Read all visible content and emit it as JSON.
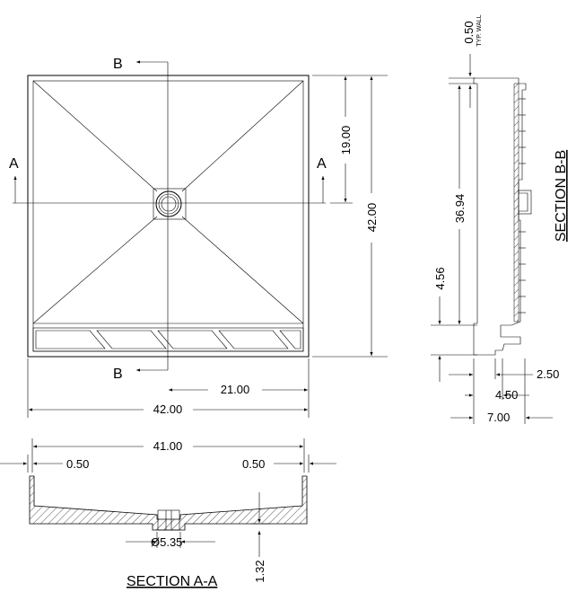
{
  "plan": {
    "section_a_marker": "A",
    "section_b_marker": "B",
    "dim_half_width": "21.00",
    "dim_width": "42.00",
    "dim_drain_offset": "19.00",
    "dim_length": "42.00"
  },
  "section_bb": {
    "title": "SECTION B-B",
    "dim_wall": "0.50",
    "dim_wall_note": "TYP. WALL",
    "dim_slope_run": "36.94",
    "dim_threshold": "4.56",
    "dim_2_50": "2.50",
    "dim_4_50": "4.50",
    "dim_7_00": "7.00"
  },
  "section_aa": {
    "title": "SECTION A-A",
    "dim_inner_width": "41.00",
    "dim_left_wall": "0.50",
    "dim_right_wall": "0.50",
    "dim_drain_dia": "Ø5.35",
    "dim_depth": "1.32"
  }
}
